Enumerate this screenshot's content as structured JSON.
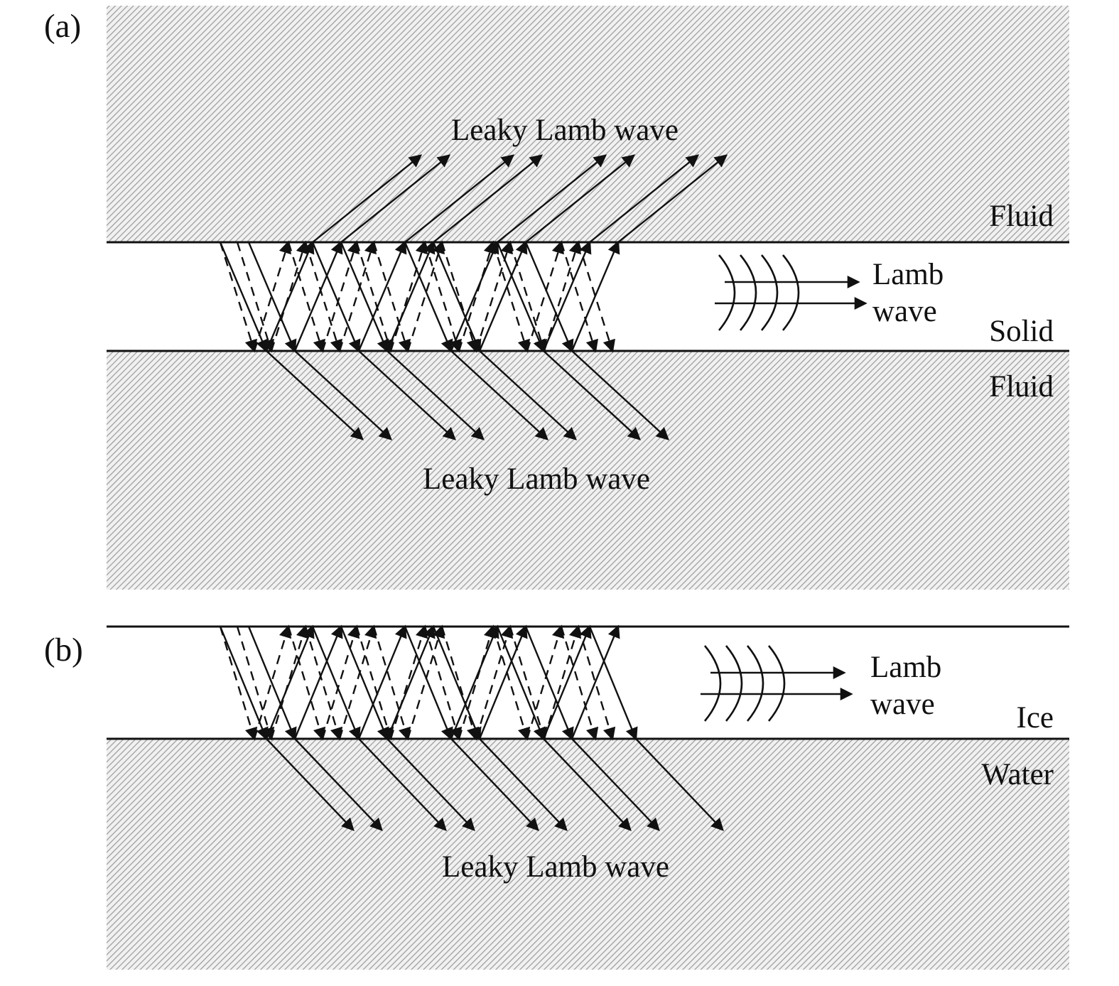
{
  "figure": {
    "panel_a": {
      "label": "(a)",
      "top_leaky_label": "Leaky Lamb wave",
      "bottom_leaky_label": "Leaky Lamb wave",
      "top_medium_label": "Fluid",
      "middle_medium_label": "Solid",
      "bottom_medium_label": "Fluid",
      "wave_word1": "Lamb",
      "wave_word2": "wave"
    },
    "panel_b": {
      "label": "(b)",
      "leaky_label": "Leaky Lamb wave",
      "top_medium_label": "Ice",
      "bottom_medium_label": "Water",
      "wave_word1": "Lamb",
      "wave_word2": "wave"
    },
    "colors": {
      "ink": "#111111",
      "hatch_line": "#9a9a9a",
      "hatch_bg": "#f1f1f1"
    }
  }
}
